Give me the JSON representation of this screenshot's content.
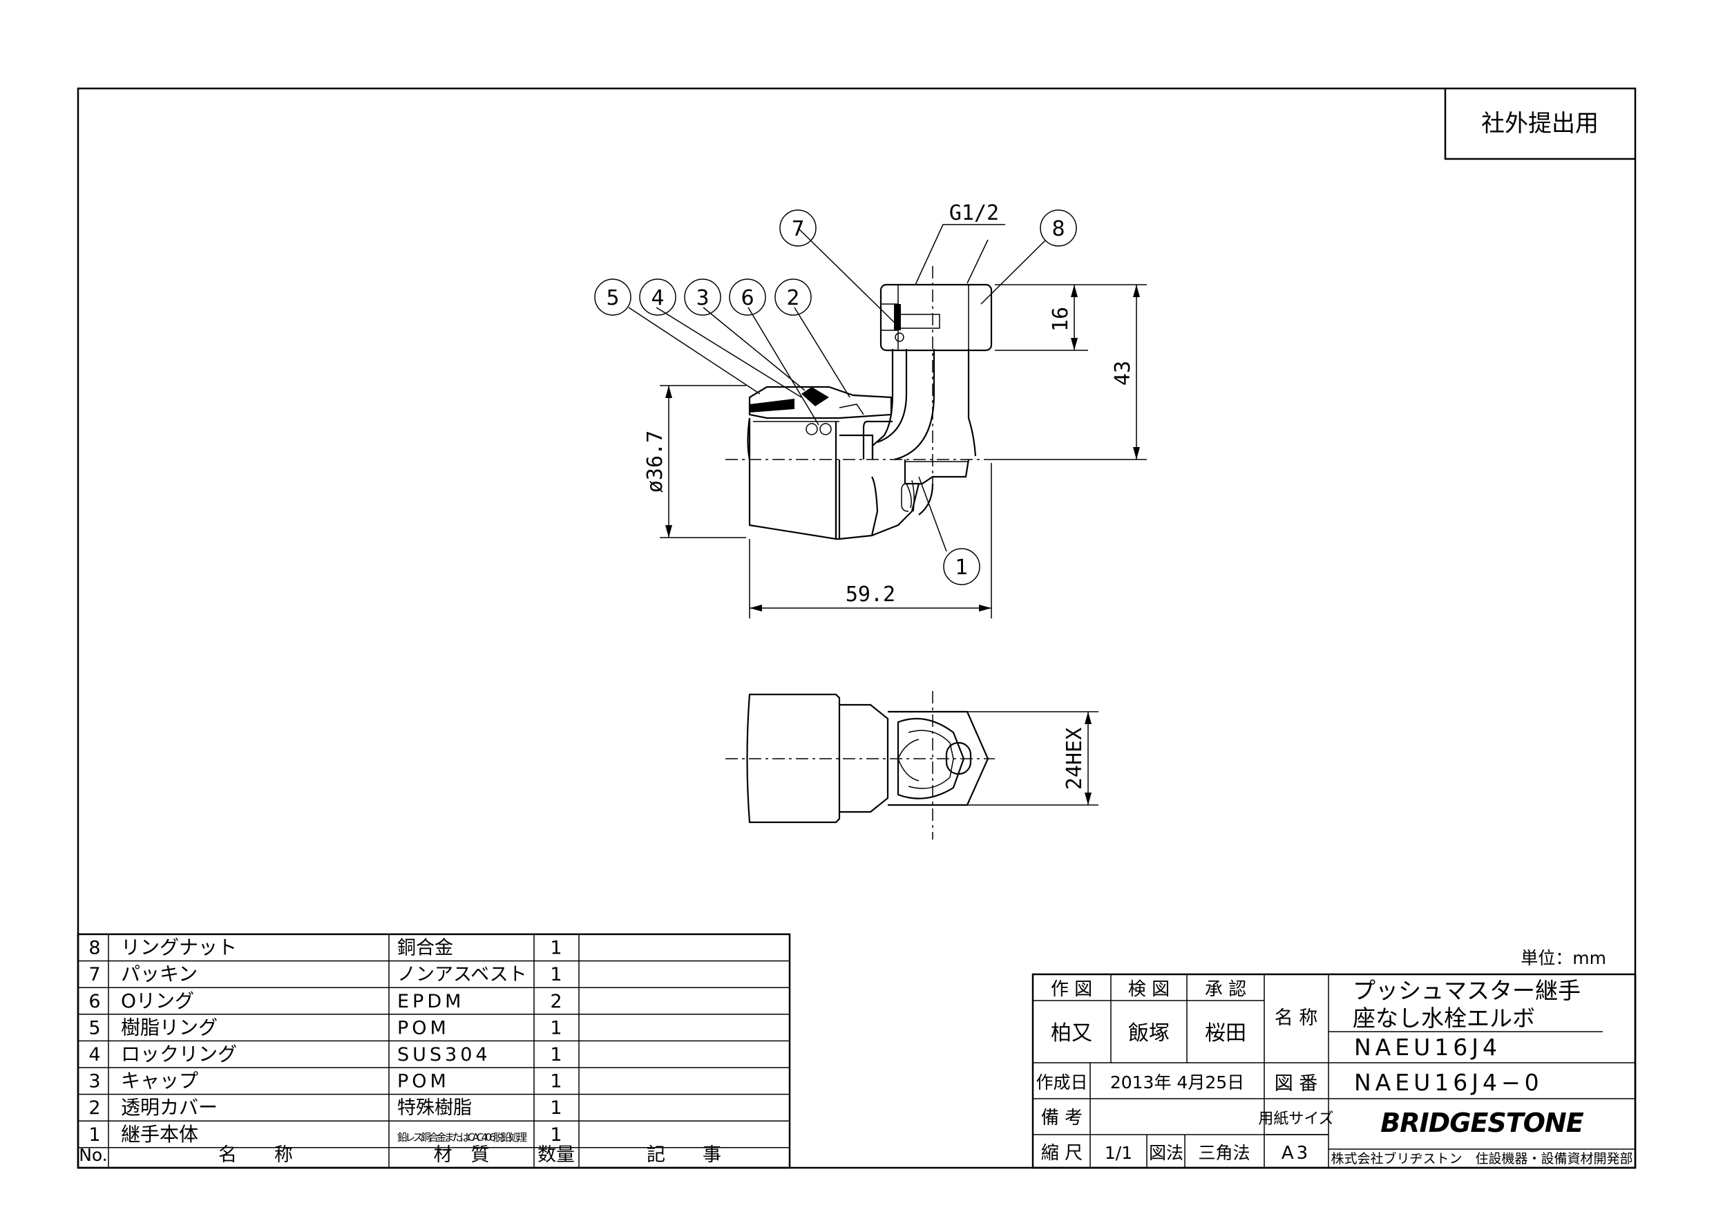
{
  "stamp": "社外提出用",
  "unit_label": "単位：mm",
  "thread_label": "G1/2",
  "dimensions": {
    "d16": "16",
    "d43": "43",
    "dia": "ø36.7",
    "len": "59.2",
    "hex": "24HEX"
  },
  "balloons": [
    "1",
    "2",
    "3",
    "4",
    "5",
    "6",
    "7",
    "8"
  ],
  "parts": {
    "headers": {
      "no": "No.",
      "name": "名　　称",
      "material": "材　質",
      "qty": "数量",
      "note": "記　　事"
    },
    "rows": [
      {
        "no": "8",
        "name": "リングナット",
        "material": "銅合金",
        "qty": "1",
        "note": ""
      },
      {
        "no": "7",
        "name": "パッキン",
        "material": "ノンアスベスト",
        "qty": "1",
        "note": ""
      },
      {
        "no": "6",
        "name": "Oリング",
        "material": "EPDM",
        "qty": "2",
        "note": ""
      },
      {
        "no": "5",
        "name": "樹脂リング",
        "material": "POM",
        "qty": "1",
        "note": ""
      },
      {
        "no": "4",
        "name": "ロックリング",
        "material": "SUS304",
        "qty": "1",
        "note": ""
      },
      {
        "no": "3",
        "name": "キャップ",
        "material": "POM",
        "qty": "1",
        "note": ""
      },
      {
        "no": "2",
        "name": "透明カバー",
        "material": "特殊樹脂",
        "qty": "1",
        "note": ""
      },
      {
        "no": "1",
        "name": "継手本体",
        "material": "鉛レス銅合金またはCAC406脱鉛処理",
        "qty": "1",
        "note": ""
      }
    ]
  },
  "title_block": {
    "h_drawn": "作 図",
    "h_checked": "検 図",
    "h_approved": "承 認",
    "sig_drawn": "柏又",
    "sig_checked": "飯塚",
    "sig_approved": "桜田",
    "name_label": "名 称",
    "product_name_1": "プッシュマスター継手",
    "product_name_2": "座なし水栓エルボ",
    "product_code": "NAEU16J4",
    "date_label": "作成日",
    "date_value": "2013年 4月25日",
    "drawing_no_label": "図 番",
    "drawing_no": "NAEU16J4−0",
    "remarks_label": "備 考",
    "paper_size_label": "用紙サイズ",
    "logo": "BRIDGESTONE",
    "scale_label": "縮 尺",
    "scale_value": "1/1",
    "method_label": "図法",
    "method_value": "三角法",
    "paper_size": "A3",
    "company": "株式会社ブリヂストン　住設機器・設備資材開発部"
  }
}
